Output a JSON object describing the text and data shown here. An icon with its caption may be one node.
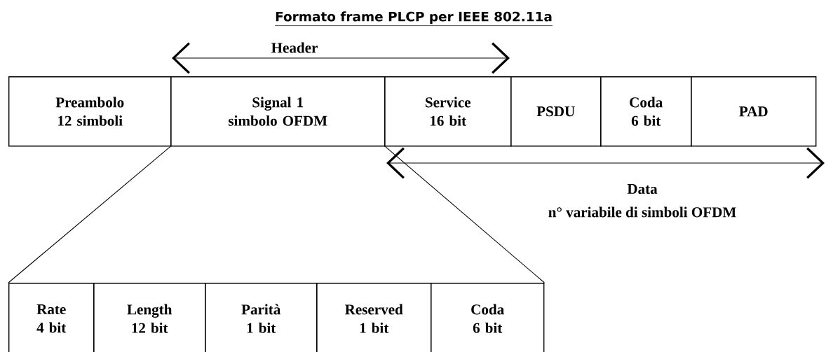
{
  "diagram": {
    "title": "Formato frame PLCP per IEEE 802.11a",
    "nodes": [
      {
        "text": [
          "Preambolo 12 simboli"
        ]
      },
      {
        "text": [
          "Signal 1 simbolo OFDM"
        ]
      },
      {
        "text": [
          "Service 16 bit"
        ]
      },
      {
        "text": [
          "PSDU"
        ]
      },
      {
        "text": [
          "Coda 6 bit"
        ]
      },
      {
        "text": [
          "PAD"
        ]
      },
      {
        "text": [
          "Rate 4 bit"
        ]
      },
      {
        "text": [
          "Length 12 bit"
        ]
      },
      {
        "text": [
          "Parità 1 bit"
        ]
      },
      {
        "text": [
          "Reserved 1 bit"
        ]
      },
      {
        "text": [
          "Coda 6 bit"
        ]
      }
    ],
    "edges": [
      {
        "from": 1,
        "to": 6,
        "arrow": "none"
      },
      {
        "from": 1,
        "to": 10,
        "arrow": "none"
      }
    ],
    "labels": [
      "Header",
      "Data",
      "n° variabile di simboli OFDM"
    ]
  }
}
